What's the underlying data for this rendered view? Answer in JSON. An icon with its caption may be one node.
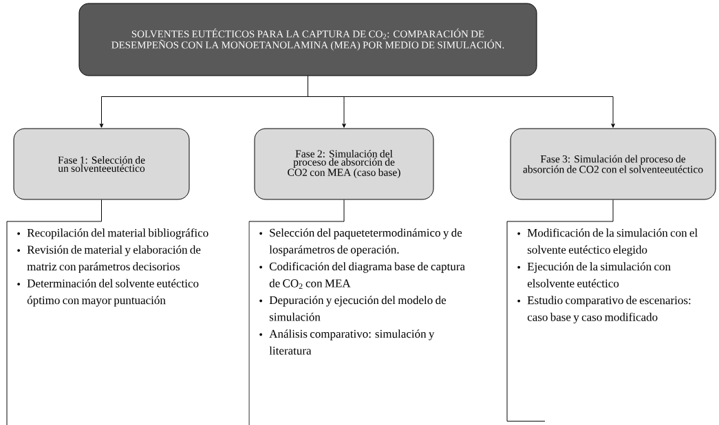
{
  "diagram": {
    "nodes": [
      {
        "text": [
          "SOLVENTES EUTÉCTICOS PARA LA CAPTURA DE CO$_{2}$: COMPARACIÓN DE DESEMPEÑOS CON LA MONOETANOLAMINA (MEA) POR MEDIO DE SIMULACIÓN."
        ]
      },
      {
        "text": [
          "Fase 1: Selección de un solventeeutéctico"
        ]
      },
      {
        "text": [
          "Fase 2: Simulación del proceso de absorción de CO2 con MEA (caso base)"
        ]
      },
      {
        "text": [
          "Fase 3: Simulación del proceso de absorción de CO2 con el solventeeutéctico"
        ]
      },
      {
        "text": [
          "Recopilación del material bibliográfico",
          "Revisión de material y elaboración de matriz con parámetros decisorios",
          "Determinación del solvente eutéctico óptimo con mayor puntuación"
        ]
      },
      {
        "text": [
          "Selección del paquetetermodinámico y de losparámetros de operación.",
          "Codificación del diagrama base de captura de CO$_{2}$ con MEA",
          "Depuración y ejecución del modelo de simulación",
          "Análisis comparativo: simulación y literatura"
        ]
      },
      {
        "text": [
          "Modificación de la simulación con el solvente eutéctico elegido",
          "Ejecución de la simulación con elsolvente eutéctico",
          "Estudio comparativo de escenarios: caso base y caso modificado"
        ]
      }
    ],
    "edges": [
      {
        "from": 0,
        "to": 1,
        "arrow": "to"
      },
      {
        "from": 0,
        "to": 2,
        "arrow": "to"
      },
      {
        "from": 0,
        "to": 3,
        "arrow": "to"
      },
      {
        "from": 1,
        "to": 4,
        "arrow": "none"
      },
      {
        "from": 2,
        "to": 5,
        "arrow": "none"
      },
      {
        "from": 3,
        "to": 6,
        "arrow": "none"
      }
    ]
  }
}
